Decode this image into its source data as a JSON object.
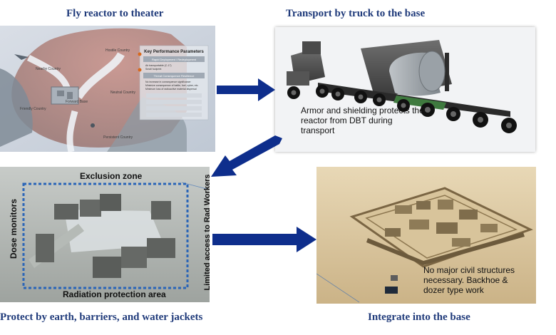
{
  "captions": {
    "fly": "Fly reactor to theater",
    "truck": "Transport by truck to the base",
    "protect": "Protect by earth, barriers, and water jackets",
    "integrate": "Integrate into the base"
  },
  "map_panel": {
    "kpp_title": "Key Performance Parameters",
    "kpp_box1": "Rapid Deployment / Redeployment",
    "kpp_box1_lines": [
      "Air transportable (C-17)",
      "Small footprint"
    ],
    "kpp_box2": "Threat Consequence Resilience",
    "kpp_box2_lines": [
      "No increase in consequence significance",
      "Minimize consequence of battle, fuel, cyber, etc.",
      "Minimum loss of radioactive material dispersal"
    ],
    "kpp_faded_rows": 4,
    "map_labels": [
      "Hostile Country",
      "Nearby Country",
      "Neutral Country",
      "Friendly Country",
      "Persistent Country",
      "Forward Base"
    ]
  },
  "truck_panel": {
    "note": "Armor and shielding protects the reactor from DBT during transport"
  },
  "site_panel": {
    "exclusion": "Exclusion zone",
    "dose": "Dose monitors",
    "limited": "Limited access to Rad Workers",
    "radiation": "Radiation protection area"
  },
  "base_panel": {
    "note": "No major civil structures necessary. Backhoe & dozer type work"
  },
  "colors": {
    "caption": "#1f3a7a",
    "arrow": "#0e2e8c",
    "dash": "#2a65b8"
  }
}
